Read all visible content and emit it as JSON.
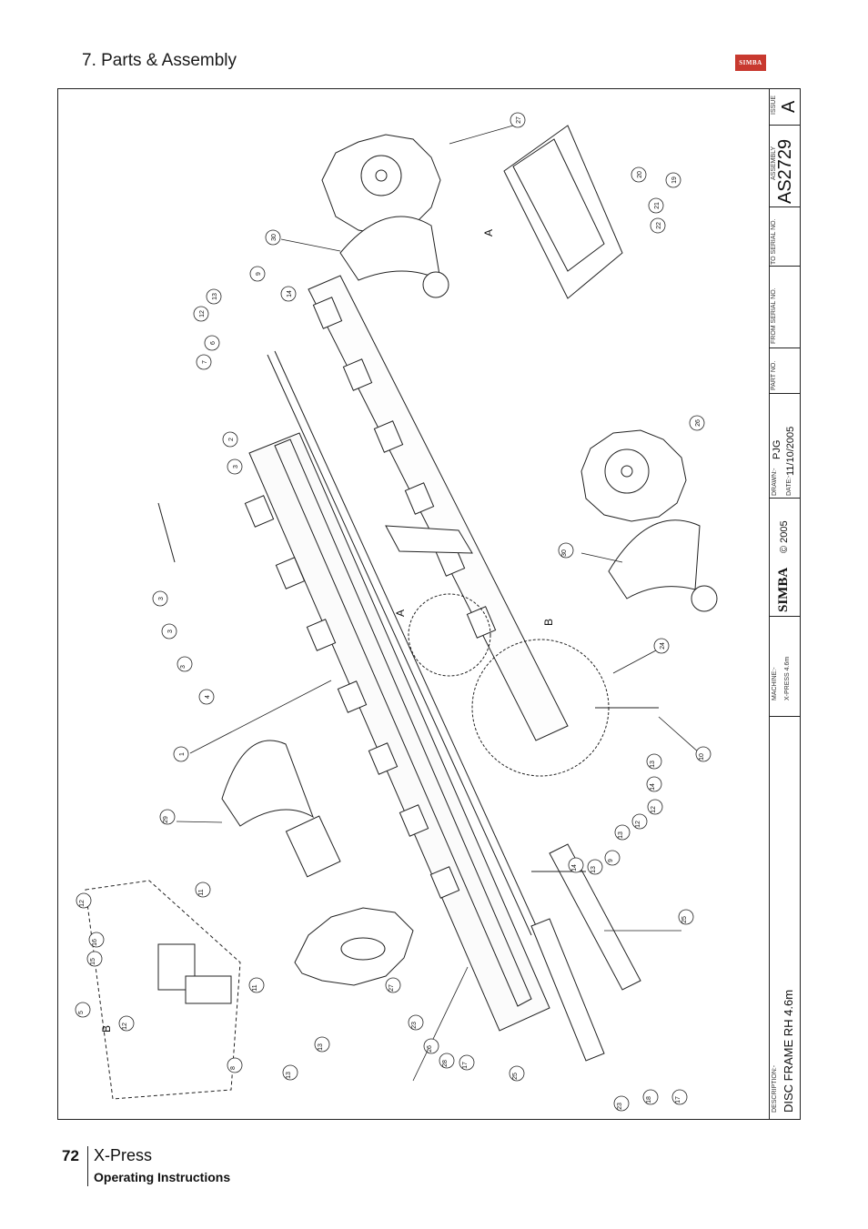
{
  "header": {
    "title": "7. Parts & Assembly",
    "logo_text": "SIMBA"
  },
  "title_block": {
    "drawing_number": "AS2729",
    "issue": "A",
    "issue_label": "ISSUE",
    "assembly_label": "ASSEMBLY",
    "to_serial_label": "TO SERIAL NO.",
    "from_serial_label": "FROM SERIAL NO.",
    "part_no_label": "PART NO.",
    "drawn_label": "DRAWN:-",
    "drawn_by": "PJG",
    "date_label": "DATE:-",
    "date": "11/10/2005",
    "copyright": "© 2005",
    "brand": "SIMBA",
    "machine_label": "MACHINE:-",
    "machine": "X-PRESS 4.6m",
    "description_label": "DESCRIPTION:-",
    "description": "DISC FRAME RH 4.6m"
  },
  "diagram": {
    "detail_labels": [
      "A",
      "A",
      "B",
      "B"
    ],
    "callouts": [
      "27",
      "20",
      "19",
      "21",
      "22",
      "30",
      "9",
      "13",
      "14",
      "12",
      "6",
      "7",
      "2",
      "3",
      "3",
      "3",
      "3",
      "4",
      "1",
      "26",
      "30",
      "24",
      "10",
      "13",
      "14",
      "12",
      "12",
      "13",
      "9",
      "13",
      "14",
      "29",
      "25",
      "11",
      "12",
      "16",
      "15",
      "5",
      "11",
      "12",
      "13",
      "13",
      "8",
      "27",
      "23",
      "26",
      "28",
      "17",
      "25",
      "23",
      "18",
      "17"
    ]
  },
  "footer": {
    "page_number": "72",
    "model": "X-Press",
    "subtitle": "Operating Instructions"
  }
}
